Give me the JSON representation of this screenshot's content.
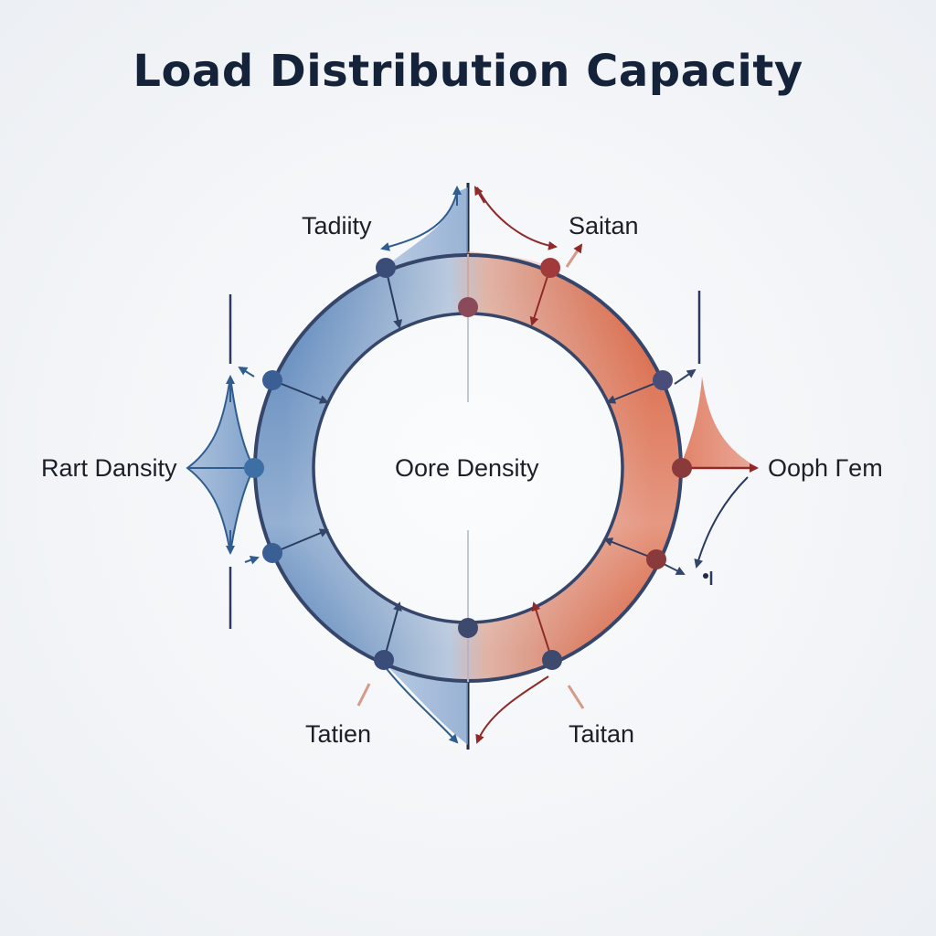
{
  "title": "Load Distribution Capacity",
  "labels": {
    "top_left": "Tadiity",
    "top_right": "Saitan",
    "left": "Rart Dansity",
    "center": "Oore Density",
    "right": "Ooph Гem",
    "bottom_left": "Tatien",
    "bottom_right": "Taitan"
  },
  "colors": {
    "title": "#15233a",
    "blue_accent": "#3d6fa5",
    "red_accent": "#c8553d",
    "node_dark": "#3d4a6e",
    "ring_outline": "#36466a"
  }
}
